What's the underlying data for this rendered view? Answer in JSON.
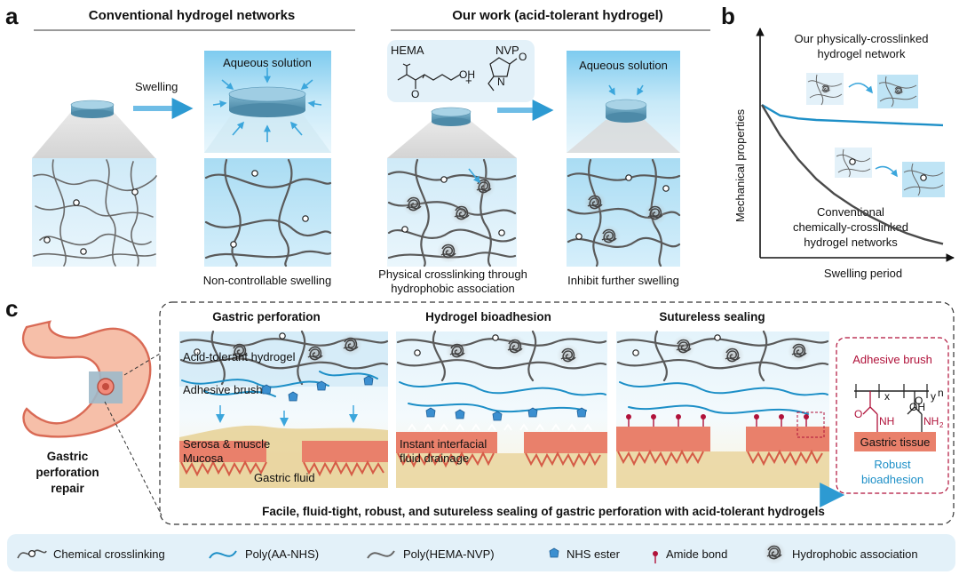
{
  "panel_a": {
    "letter": "a",
    "left_title": "Conventional hydrogel networks",
    "right_title": "Our work (acid-tolerant hydrogel)",
    "swelling": "Swelling",
    "aqueous_1": "Aqueous solution",
    "aqueous_2": "Aqueous solution",
    "hema": "HEMA",
    "nvp": "NVP",
    "plus": "+",
    "hydroxyl": "OH",
    "oxygen": "O",
    "nitrogen": "N",
    "cap_noncontrol": "Non-controllable swelling",
    "cap_phys_1": "Physical crosslinking through",
    "cap_phys_2": "hydrophobic association",
    "cap_inhibit": "Inhibit further swelling"
  },
  "panel_b": {
    "letter": "b",
    "ylabel": "Mechanical properties",
    "xlabel": "Swelling period",
    "ours_1": "Our physically-crosslinked",
    "ours_2": "hydrogel network",
    "conv_1": "Conventional",
    "conv_2": "chemically-crosslinked",
    "conv_3": "hydrogel networks"
  },
  "chart_data": {
    "type": "line",
    "xlabel": "Swelling period",
    "ylabel": "Mechanical properties",
    "x": [
      0,
      0.1,
      0.2,
      0.3,
      0.4,
      0.5,
      0.6,
      0.7,
      0.8,
      0.9,
      1.0
    ],
    "series": [
      {
        "name": "Our physically-crosslinked hydrogel network",
        "color": "#1d8fc7",
        "values": [
          1.0,
          0.93,
          0.91,
          0.9,
          0.895,
          0.89,
          0.885,
          0.88,
          0.875,
          0.87,
          0.865
        ]
      },
      {
        "name": "Conventional chemically-crosslinked hydrogel networks",
        "color": "#4a4a4a",
        "values": [
          1.0,
          0.8,
          0.64,
          0.51,
          0.41,
          0.33,
          0.26,
          0.2,
          0.15,
          0.11,
          0.08
        ]
      }
    ]
  },
  "panel_c": {
    "letter": "c",
    "stomach_1": "Gastric",
    "stomach_2": "perforation",
    "stomach_3": "repair",
    "t1": "Gastric perforation",
    "t2": "Hydrogel bioadhesion",
    "t3": "Sutureless sealing",
    "acid_hydrogel": "Acid-tolerant hydrogel",
    "adhesive_brush": "Adhesive brush",
    "serosa": "Serosa & muscle",
    "mucosa": "Mucosa",
    "gastric_fluid": "Gastric fluid",
    "drainage_1": "Instant interfacial",
    "drainage_2": "fluid drainage",
    "inset_title": "Adhesive brush",
    "sub_x": "x",
    "sub_y": "y",
    "sub_n": "n",
    "oh": "OH",
    "o_top": "O",
    "o_left": "O",
    "nh": "NH",
    "nh2": "NH",
    "sub2": "2",
    "gastric_tissue": "Gastric tissue",
    "robust_1": "Robust",
    "robust_2": "bioadhesion",
    "footer": "Facile, fluid-tight, robust, and sutureless sealing of gastric perforation with acid-tolerant hydrogels"
  },
  "legend": {
    "chemical": "Chemical crosslinking",
    "polyaa": "Poly(AA-NHS)",
    "polyhema": "Poly(HEMA-NVP)",
    "nhs": "NHS ester",
    "amide": "Amide bond",
    "hydrophobic": "Hydrophobic association"
  },
  "colors": {
    "blue_line": "#1d8fc7",
    "tissue": "#e9806b",
    "fluid": "#e8d39a",
    "amide": "#b0123a",
    "inset_border": "#b0123a",
    "robust_text": "#1d8fc7"
  }
}
